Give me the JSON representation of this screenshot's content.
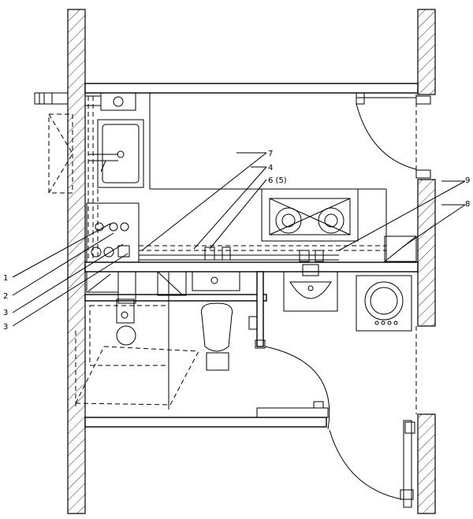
{
  "labels": {
    "left": [
      {
        "id": "c1",
        "text": "1"
      },
      {
        "id": "c2",
        "text": "2"
      },
      {
        "id": "c3a",
        "text": "3"
      },
      {
        "id": "c3b",
        "text": "3"
      }
    ],
    "top": [
      {
        "id": "c7",
        "text": "7"
      },
      {
        "id": "c4",
        "text": "4"
      },
      {
        "id": "c6",
        "text": "6 (5)"
      }
    ],
    "right": [
      {
        "id": "c9",
        "text": "9"
      },
      {
        "id": "c8",
        "text": "8"
      }
    ]
  }
}
